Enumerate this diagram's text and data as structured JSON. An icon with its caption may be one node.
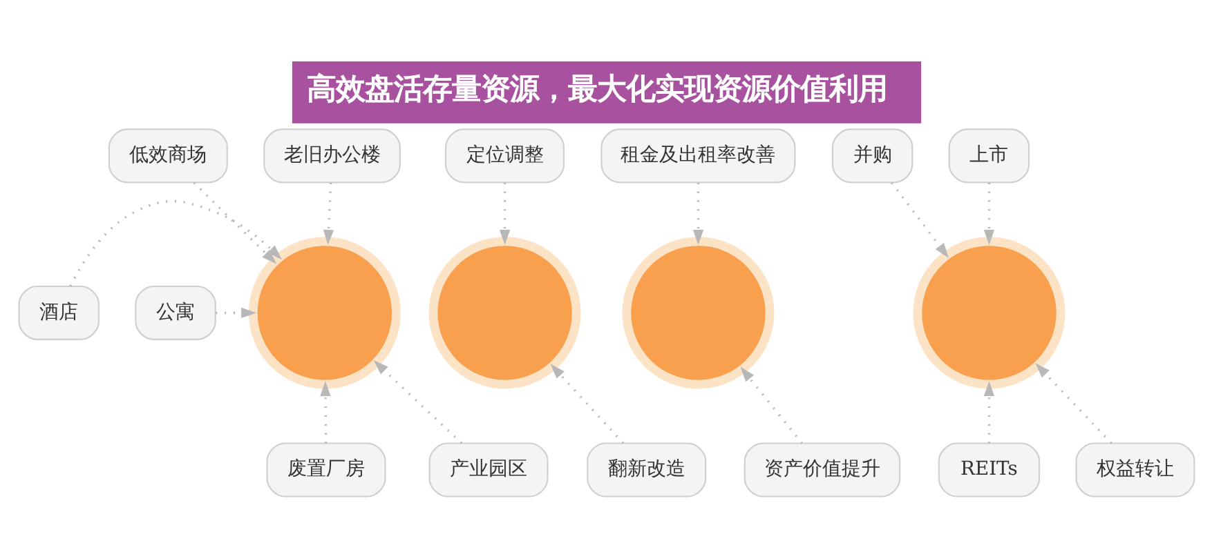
{
  "diagram": {
    "title": "高效盘活存量资源，最大化实现资源价值利用",
    "nodes": [
      {
        "text": [
          "老旧办公楼"
        ]
      },
      {
        "text": [
          "低效商场"
        ]
      },
      {
        "text": [
          "酒店"
        ]
      },
      {
        "text": [
          "公寓"
        ]
      },
      {
        "text": [],
        "shape": "circle"
      },
      {
        "text": [
          "废置厂房"
        ]
      },
      {
        "text": [
          "产业园区"
        ]
      },
      {
        "text": [
          "定位调整"
        ]
      },
      {
        "text": [],
        "shape": "circle"
      },
      {
        "text": [
          "翻新改造"
        ]
      },
      {
        "text": [
          "租金及出租率改善"
        ]
      },
      {
        "text": [],
        "shape": "circle"
      },
      {
        "text": [
          "资产价值提升"
        ]
      },
      {
        "text": [
          "并购"
        ]
      },
      {
        "text": [
          "上市"
        ]
      },
      {
        "text": [],
        "shape": "circle"
      },
      {
        "text": [
          "权益转让"
        ]
      },
      {
        "text": [
          "REITs"
        ]
      }
    ],
    "edges": [
      {
        "from": 0,
        "to": 4,
        "arrow": "to"
      },
      {
        "from": 1,
        "to": 4,
        "arrow": "to"
      },
      {
        "from": 2,
        "to": 4,
        "arrow": "to"
      },
      {
        "from": 3,
        "to": 4,
        "arrow": "to"
      },
      {
        "from": 5,
        "to": 4,
        "arrow": "to"
      },
      {
        "from": 6,
        "to": 4,
        "arrow": "to"
      },
      {
        "from": 7,
        "to": 8,
        "arrow": "to"
      },
      {
        "from": 9,
        "to": 8,
        "arrow": "to"
      },
      {
        "from": 10,
        "to": 11,
        "arrow": "to"
      },
      {
        "from": 12,
        "to": 11,
        "arrow": "to"
      },
      {
        "from": 13,
        "to": 15,
        "arrow": "to"
      },
      {
        "from": 14,
        "to": 15,
        "arrow": "to"
      },
      {
        "from": 16,
        "to": 15,
        "arrow": "to"
      },
      {
        "from": 17,
        "to": 15,
        "arrow": "to"
      }
    ]
  }
}
